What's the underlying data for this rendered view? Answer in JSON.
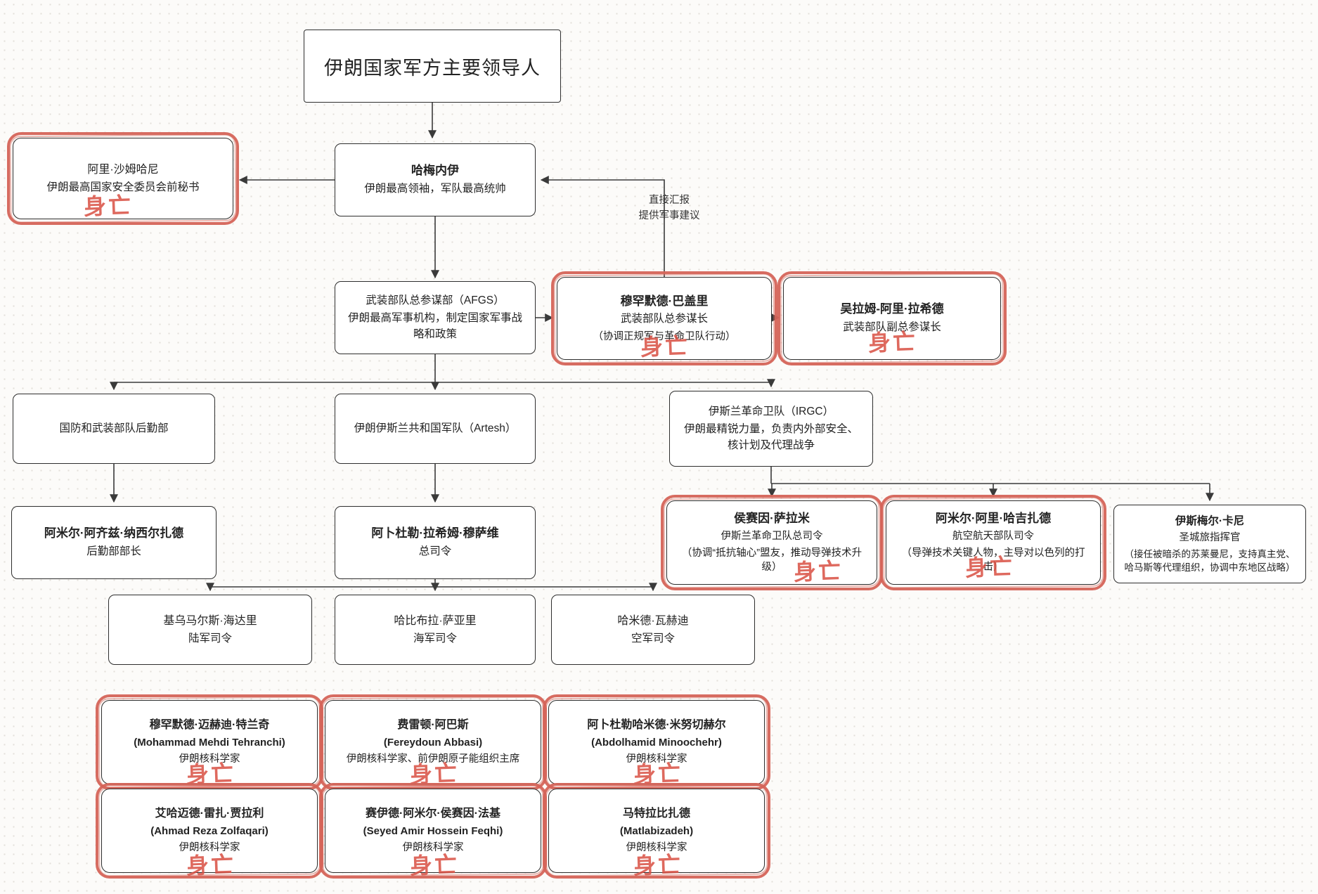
{
  "diagram_title": "伊朗国家军方主要领导人",
  "colors": {
    "box_border": "#2e2e2e",
    "red_ring": "#d56459",
    "deceased_text": "#d94f43",
    "connector_line": "#3a3a3a",
    "background": "#fcfbf9"
  },
  "labels": {
    "report_line1": "直接汇报",
    "report_line2": "提供军事建议"
  },
  "nodes": {
    "title": {
      "text": "伊朗国家军方主要领导人"
    },
    "khamenei": {
      "name": "哈梅内伊",
      "desc": "伊朗最高领袖，军队最高统帅"
    },
    "shamkhani": {
      "name": "阿里·沙姆哈尼",
      "desc": "伊朗最高国家安全委员会前秘书",
      "deceased": "身亡"
    },
    "afgs": {
      "name": "武装部队总参谋部（AFGS）",
      "desc": "伊朗最高军事机构，制定国家军事战略和政策"
    },
    "bagheri": {
      "name": "穆罕默德·巴盖里",
      "role": "武装部队总参谋长",
      "note": "（协调正规军与革命卫队行动）",
      "deceased": "身亡"
    },
    "rashid": {
      "name": "吴拉姆-阿里·拉希德",
      "role": "武装部队副总参谋长",
      "deceased": "身亡"
    },
    "modafl": {
      "name": "国防和武装部队后勤部"
    },
    "artesh": {
      "name": "伊朗伊斯兰共和国军队（Artesh）"
    },
    "irgc": {
      "name": "伊斯兰革命卫队（IRGC）",
      "desc": "伊朗最精锐力量，负责内外部安全、核计划及代理战争"
    },
    "nasirzadeh": {
      "name": "阿米尔·阿齐兹·纳西尔扎德",
      "role": "后勤部部长"
    },
    "mousavi": {
      "name": "阿卜杜勒·拉希姆·穆萨维",
      "role": "总司令"
    },
    "salami": {
      "name": "侯赛因·萨拉米",
      "role": "伊斯兰革命卫队总司令",
      "note": "（协调“抵抗轴心”盟友，推动导弹技术升级）",
      "deceased": "身亡"
    },
    "hajizadeh": {
      "name": "阿米尔·阿里·哈吉扎德",
      "role": "航空航天部队司令",
      "note": "（导弹技术关键人物，主导对以色列的打击）",
      "deceased": "身亡"
    },
    "qaani": {
      "name": "伊斯梅尔·卡尼",
      "role": "圣城旅指挥官",
      "note": "（接任被暗杀的苏莱曼尼，支持真主党、哈马斯等代理组织，协调中东地区战略）"
    },
    "heidari": {
      "name": "基乌马尔斯·海达里",
      "role": "陆军司令"
    },
    "sayyari": {
      "name": "哈比布拉·萨亚里",
      "role": "海军司令"
    },
    "vahedi": {
      "name": "哈米德·瓦赫迪",
      "role": "空军司令"
    },
    "tehranchi": {
      "name": "穆罕默德·迈赫迪·特兰奇",
      "en": "(Mohammad Mehdi Tehranchi)",
      "role": "伊朗核科学家",
      "deceased": "身亡"
    },
    "abbasi": {
      "name": "费雷顿·阿巴斯",
      "en": "(Fereydoun Abbasi)",
      "role": "伊朗核科学家、前伊朗原子能组织主席",
      "deceased": "身亡"
    },
    "minoochehr": {
      "name": "阿卜杜勒哈米德·米努切赫尔",
      "en": "(Abdolhamid Minoochehr)",
      "role": "伊朗核科学家",
      "deceased": "身亡"
    },
    "zolfaqari": {
      "name": "艾哈迈德·雷扎·贾拉利",
      "en": "(Ahmad Reza Zolfaqari)",
      "role": "伊朗核科学家",
      "deceased": "身亡"
    },
    "feqhi": {
      "name": "赛伊德·阿米尔·侯赛因·法基",
      "en": "(Seyed Amir Hossein Feqhi)",
      "role": "伊朗核科学家",
      "deceased": "身亡"
    },
    "matlabizadeh": {
      "name": "马特拉比扎德",
      "en": "(Matlabizadeh)",
      "role": "伊朗核科学家",
      "deceased": "身亡"
    }
  }
}
